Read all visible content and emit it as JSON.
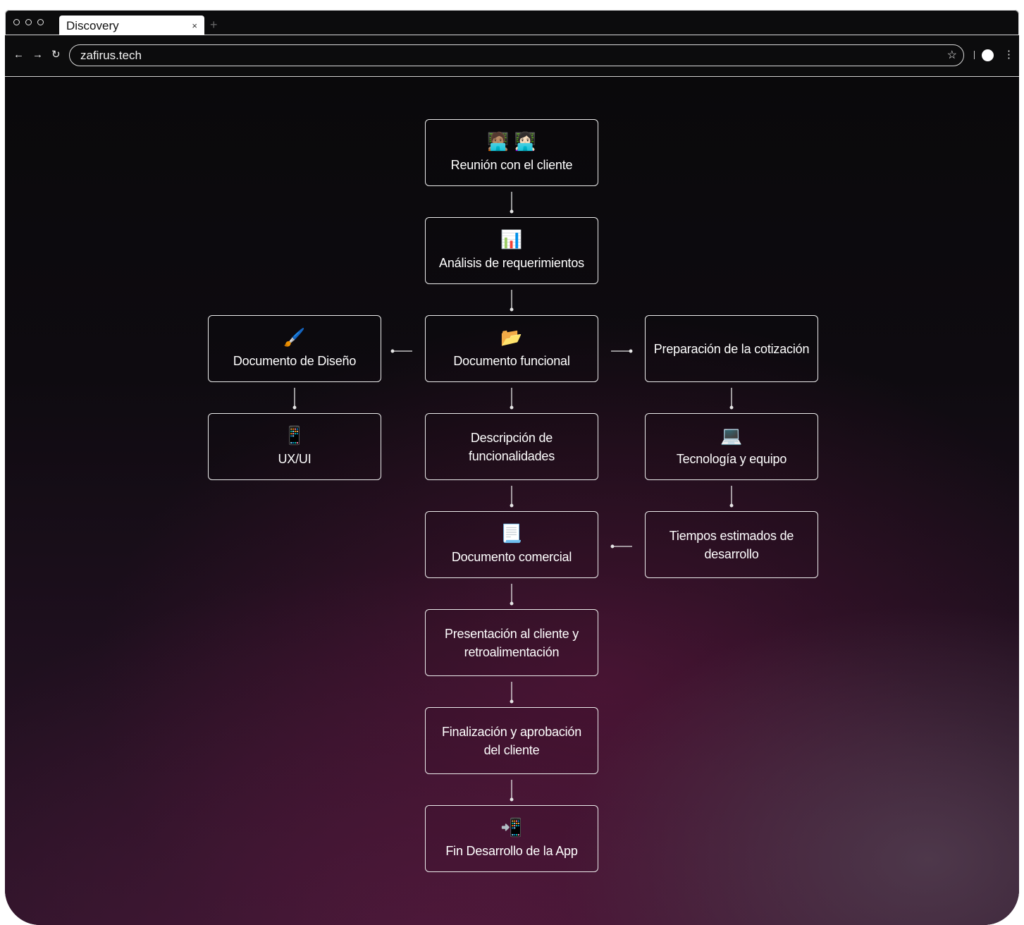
{
  "browser": {
    "tab_title": "Discovery",
    "tab_close": "×",
    "new_tab": "+",
    "url": "zafirus.tech",
    "back": "←",
    "forward": "→",
    "reload": "↻",
    "bookmark": "☆",
    "menu": "⋮"
  },
  "flow": {
    "reunion": {
      "icon": "🧑🏽‍💻 👩🏻‍💻",
      "label": "Reunión con el cliente"
    },
    "analisis": {
      "icon": "📊",
      "label": "Análisis de requerimientos"
    },
    "diseno": {
      "icon": "🖌️",
      "label": "Documento de Diseño"
    },
    "funcional": {
      "icon": "📂",
      "label": "Documento funcional"
    },
    "cotizacion": {
      "label": "Preparación de la cotización"
    },
    "uxui": {
      "icon": "📱",
      "label": "UX/UI"
    },
    "descripcion": {
      "label": "Descripción de funcionalidades"
    },
    "tecnologia": {
      "icon": "💻",
      "label": "Tecnología y equipo"
    },
    "comercial": {
      "icon": "📃",
      "label": "Documento comercial"
    },
    "tiempos": {
      "label": "Tiempos estimados de desarrollo"
    },
    "presentacion": {
      "label": "Presentación al cliente y retroalimentación"
    },
    "finalizacion": {
      "label": "Finalización y aprobación del cliente"
    },
    "fin": {
      "icon": "📲",
      "label": "Fin Desarrollo de la App"
    }
  }
}
